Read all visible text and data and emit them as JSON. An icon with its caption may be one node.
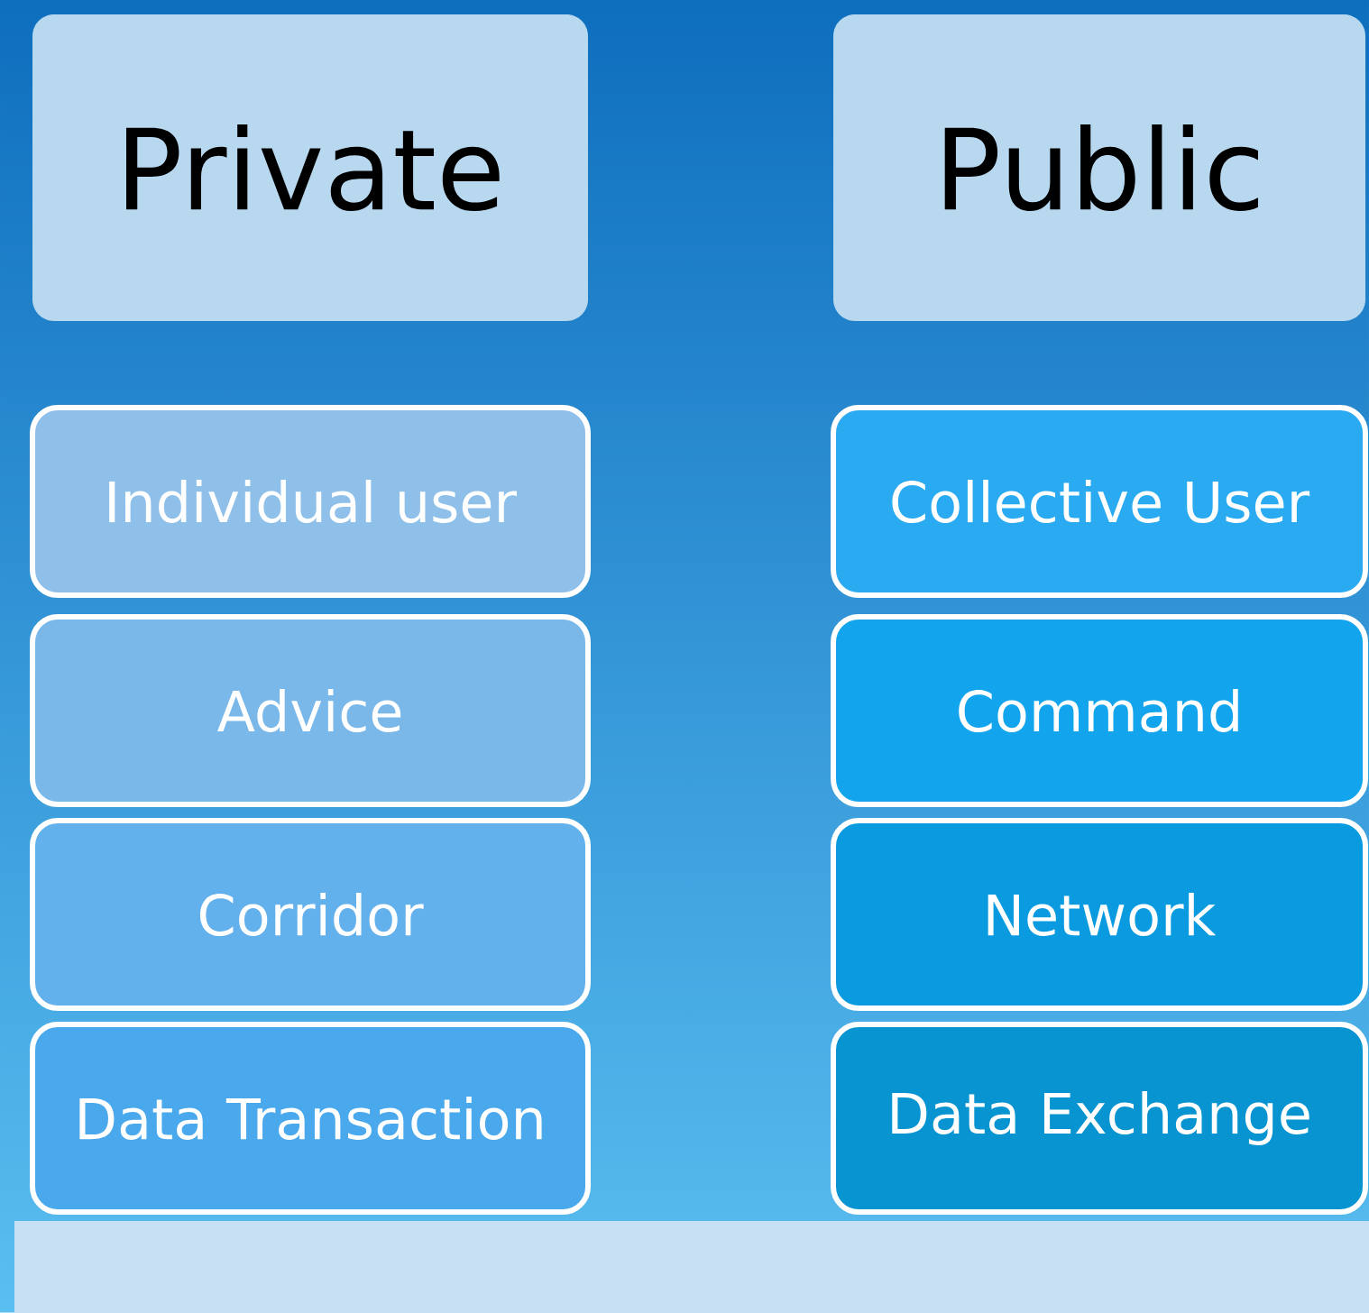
{
  "diagram": {
    "nodes": [
      {
        "text": [
          "Private"
        ]
      },
      {
        "text": [
          "Public"
        ]
      },
      {
        "text": [
          "Individual user"
        ]
      },
      {
        "text": [
          "Collective User"
        ]
      },
      {
        "text": [
          "Advice"
        ]
      },
      {
        "text": [
          "Command"
        ]
      },
      {
        "text": [
          "Corridor"
        ]
      },
      {
        "text": [
          "Network"
        ]
      },
      {
        "text": [
          "Data Transaction"
        ]
      },
      {
        "text": [
          "Data Exchange"
        ]
      }
    ]
  }
}
